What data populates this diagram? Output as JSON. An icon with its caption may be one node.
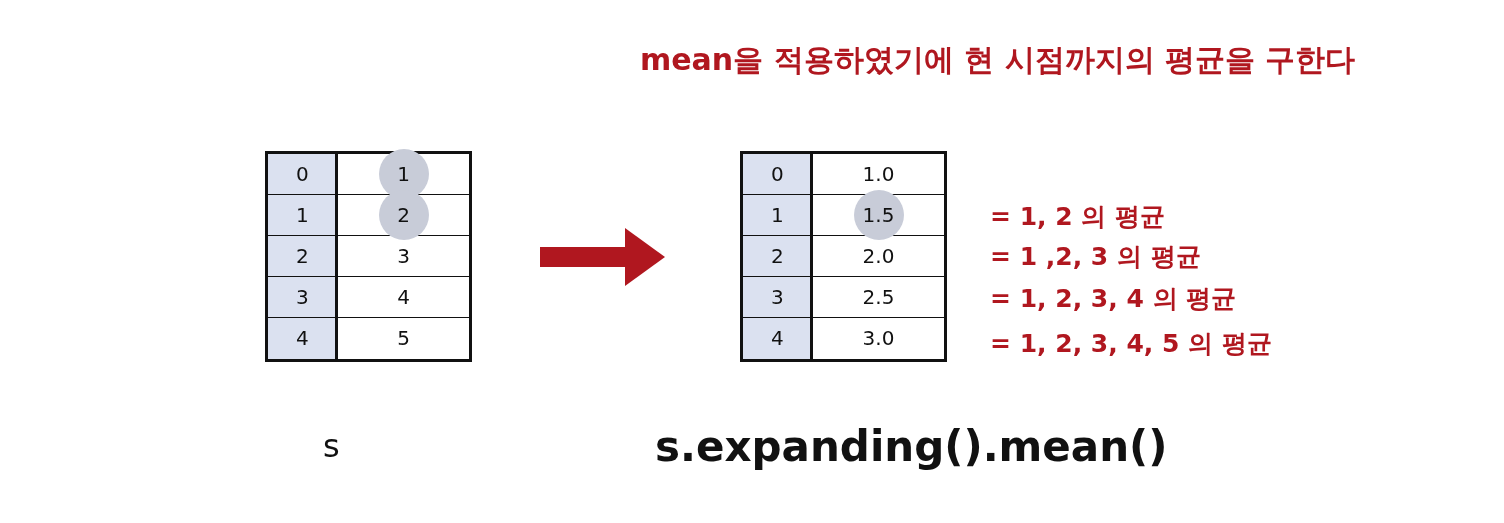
{
  "diagram": {
    "title": "mean을 적용하였기에 현 시점까지의 평균을 구한다",
    "nodes": [
      {
        "text": [],
        "shape": "box",
        "beside": [
          "s"
        ]
      },
      {
        "text": [],
        "shape": "box",
        "beside": [
          "s.expanding().mean()"
        ]
      }
    ],
    "edges": [
      {
        "from": 0,
        "to": 1,
        "arrow": "to"
      }
    ],
    "labels": [
      "0",
      "1",
      "1",
      "2",
      "2",
      "3",
      "3",
      "4",
      "4",
      "5",
      "0",
      "1.0",
      "1",
      "1.5",
      "2",
      "2.0",
      "3",
      "2.5",
      "4",
      "3.0",
      "= 1, 2 의 평균",
      "= 1 ,2, 3 의 평균",
      "= 1, 2, 3, 4 의 평균",
      "= 1, 2, 3, 4, 5 의 평균"
    ]
  }
}
